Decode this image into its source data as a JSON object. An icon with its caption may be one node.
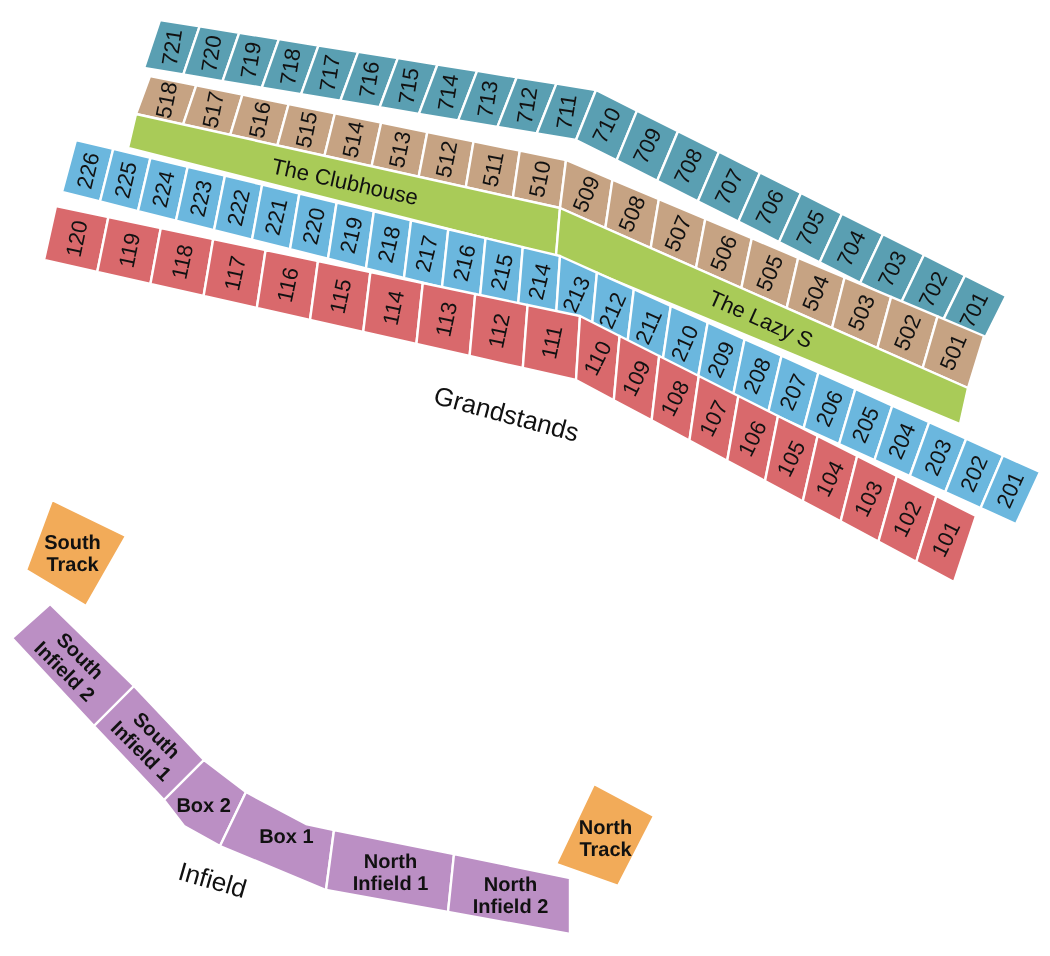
{
  "diagram": {
    "nodes": [
      {
        "text": [
          "721"
        ]
      },
      {
        "text": [
          "720"
        ]
      },
      {
        "text": [
          "719"
        ]
      },
      {
        "text": [
          "718"
        ]
      },
      {
        "text": [
          "717"
        ]
      },
      {
        "text": [
          "716"
        ]
      },
      {
        "text": [
          "715"
        ]
      },
      {
        "text": [
          "714"
        ]
      },
      {
        "text": [
          "713"
        ]
      },
      {
        "text": [
          "712"
        ]
      },
      {
        "text": [
          "711"
        ]
      },
      {
        "text": [
          "710"
        ]
      },
      {
        "text": [
          "709"
        ]
      },
      {
        "text": [
          "708"
        ]
      },
      {
        "text": [
          "707"
        ]
      },
      {
        "text": [
          "706"
        ]
      },
      {
        "text": [
          "705"
        ]
      },
      {
        "text": [
          "704"
        ]
      },
      {
        "text": [
          "703"
        ]
      },
      {
        "text": [
          "702"
        ]
      },
      {
        "text": [
          "701"
        ]
      },
      {
        "text": [
          "518"
        ]
      },
      {
        "text": [
          "517"
        ]
      },
      {
        "text": [
          "516"
        ]
      },
      {
        "text": [
          "515"
        ]
      },
      {
        "text": [
          "514"
        ]
      },
      {
        "text": [
          "513"
        ]
      },
      {
        "text": [
          "512"
        ]
      },
      {
        "text": [
          "511"
        ]
      },
      {
        "text": [
          "510"
        ]
      },
      {
        "text": [
          "509"
        ]
      },
      {
        "text": [
          "508"
        ]
      },
      {
        "text": [
          "507"
        ]
      },
      {
        "text": [
          "506"
        ]
      },
      {
        "text": [
          "505"
        ]
      },
      {
        "text": [
          "504"
        ]
      },
      {
        "text": [
          "503"
        ]
      },
      {
        "text": [
          "502"
        ]
      },
      {
        "text": [
          "501"
        ]
      },
      {
        "text": [
          "The Clubhouse"
        ]
      },
      {
        "text": [
          "The Lazy S"
        ]
      },
      {
        "text": [
          "226"
        ]
      },
      {
        "text": [
          "225"
        ]
      },
      {
        "text": [
          "224"
        ]
      },
      {
        "text": [
          "223"
        ]
      },
      {
        "text": [
          "222"
        ]
      },
      {
        "text": [
          "221"
        ]
      },
      {
        "text": [
          "220"
        ]
      },
      {
        "text": [
          "219"
        ]
      },
      {
        "text": [
          "218"
        ]
      },
      {
        "text": [
          "217"
        ]
      },
      {
        "text": [
          "216"
        ]
      },
      {
        "text": [
          "215"
        ]
      },
      {
        "text": [
          "214"
        ]
      },
      {
        "text": [
          "213"
        ]
      },
      {
        "text": [
          "212"
        ]
      },
      {
        "text": [
          "211"
        ]
      },
      {
        "text": [
          "210"
        ]
      },
      {
        "text": [
          "209"
        ]
      },
      {
        "text": [
          "208"
        ]
      },
      {
        "text": [
          "207"
        ]
      },
      {
        "text": [
          "206"
        ]
      },
      {
        "text": [
          "205"
        ]
      },
      {
        "text": [
          "204"
        ]
      },
      {
        "text": [
          "203"
        ]
      },
      {
        "text": [
          "202"
        ]
      },
      {
        "text": [
          "201"
        ]
      },
      {
        "text": [
          "120"
        ]
      },
      {
        "text": [
          "119"
        ]
      },
      {
        "text": [
          "118"
        ]
      },
      {
        "text": [
          "117"
        ]
      },
      {
        "text": [
          "116"
        ]
      },
      {
        "text": [
          "115"
        ]
      },
      {
        "text": [
          "114"
        ]
      },
      {
        "text": [
          "113"
        ]
      },
      {
        "text": [
          "112"
        ]
      },
      {
        "text": [
          "111"
        ]
      },
      {
        "text": [
          "110"
        ]
      },
      {
        "text": [
          "109"
        ]
      },
      {
        "text": [
          "108"
        ]
      },
      {
        "text": [
          "107"
        ]
      },
      {
        "text": [
          "106"
        ]
      },
      {
        "text": [
          "105"
        ]
      },
      {
        "text": [
          "104"
        ]
      },
      {
        "text": [
          "103"
        ]
      },
      {
        "text": [
          "102"
        ]
      },
      {
        "text": [
          "101"
        ]
      },
      {
        "text": [
          "South Track"
        ]
      },
      {
        "text": [
          "South Infield 2"
        ]
      },
      {
        "text": [
          "South Infield 1"
        ]
      },
      {
        "text": [
          "Box 2"
        ]
      },
      {
        "text": [
          "Box 1"
        ]
      },
      {
        "text": [
          "North Infield 1"
        ]
      },
      {
        "text": [
          "North Infield 2"
        ]
      },
      {
        "text": [
          "North Track"
        ]
      }
    ],
    "labels": [
      "Grandstands",
      "Infield"
    ]
  }
}
